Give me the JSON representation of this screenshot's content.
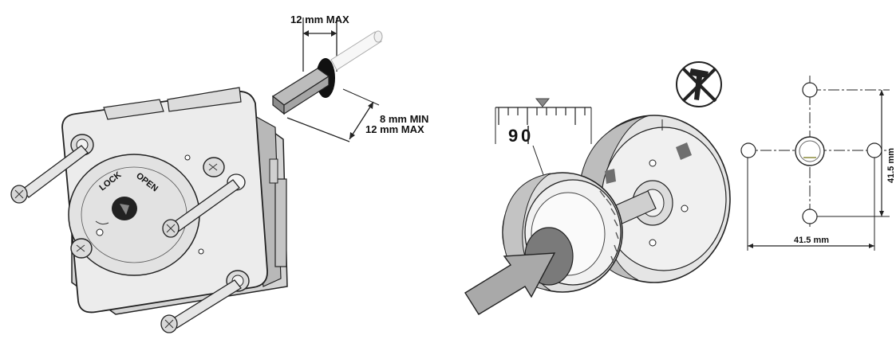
{
  "panels": {
    "lock": {
      "labels": {
        "spindle_width": "12 mm MAX",
        "length_min": "8 mm MIN",
        "length_max": "12 mm MAX",
        "lock_word": "LOCK",
        "open_word": "OPEN"
      }
    },
    "dial": {
      "scale_reading": "90",
      "scale_digit_1": "9",
      "scale_digit_2": "0",
      "no_hammer_icon": "no-hammer-icon",
      "arrow_icon": "push-arrow-icon"
    },
    "template": {
      "horizontal_dim": "41.5 mm",
      "vertical_dim": "41.5 mm"
    }
  },
  "colors": {
    "line": "#222222",
    "body_light": "#e8e8e8",
    "body_mid": "#c9c9c9",
    "body_dark": "#8d8d8d",
    "arrow_fill": "#a9a9a9",
    "center_dark": "#7a7a7a"
  }
}
